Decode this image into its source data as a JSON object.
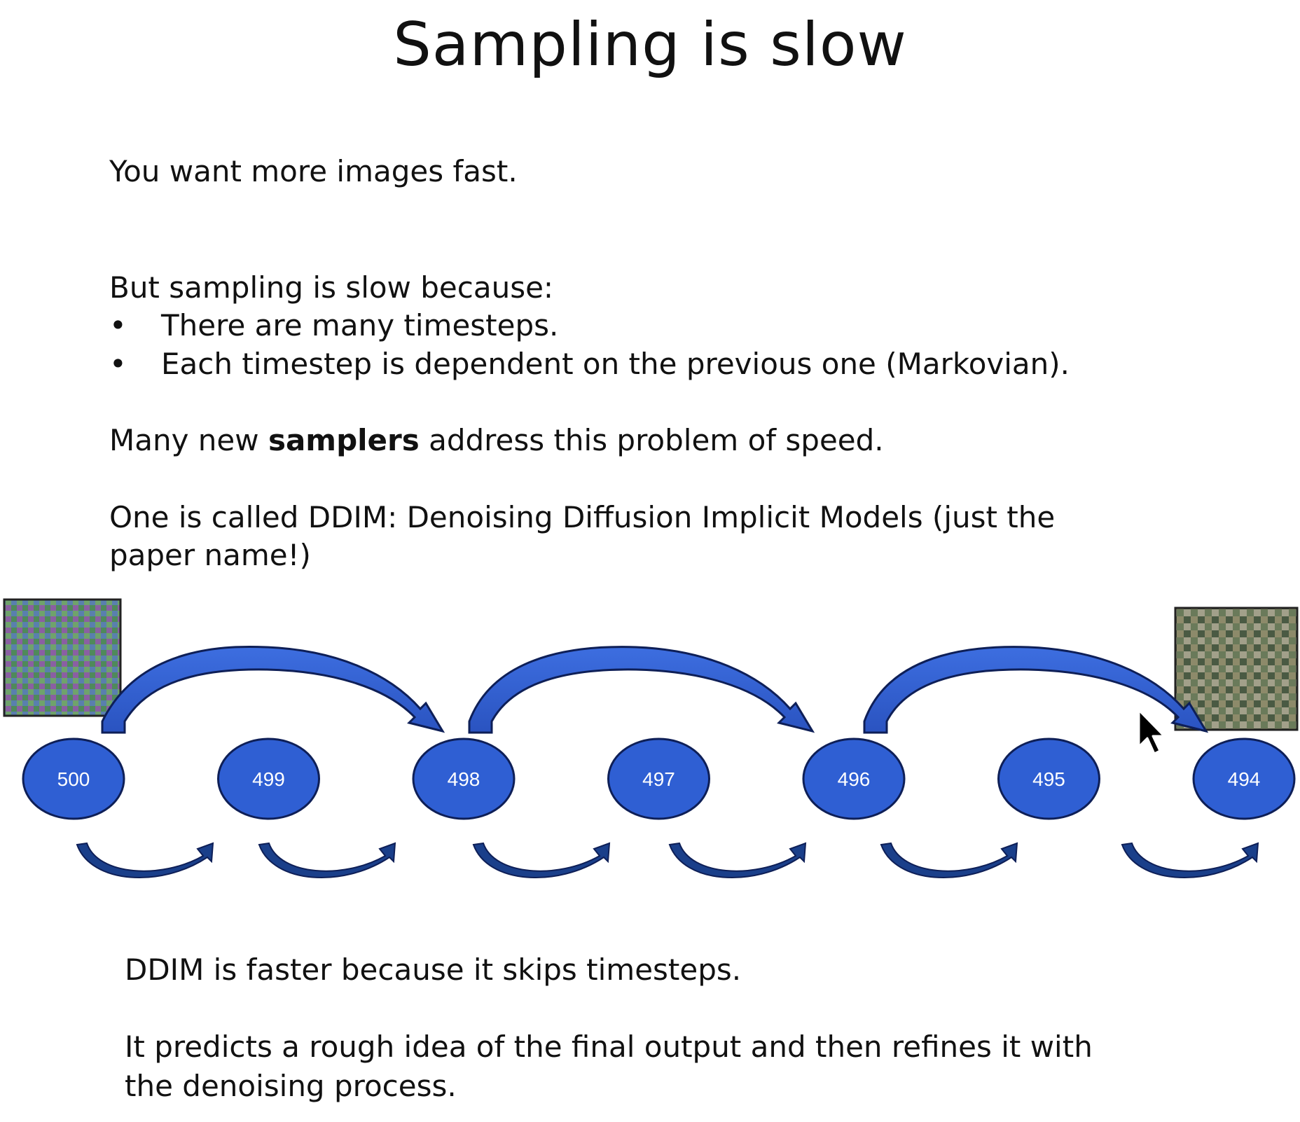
{
  "slide": {
    "title": "Sampling is slow",
    "line1": "You want more images fast.",
    "line2": "But sampling is slow because:",
    "bullets": [
      "There are many timesteps.",
      "Each timestep is dependent on the previous one (Markovian)."
    ],
    "samplers": {
      "before": "Many new ",
      "bold": "samplers",
      "after": " address this problem of speed."
    },
    "ddim_intro": [
      "One is called DDIM: Denoising Diffusion Implicit Models (just the",
      "paper name!)"
    ],
    "footer1": "DDIM is faster because it skips timesteps.",
    "footer2": [
      "It predicts a rough idea of the final output and then refines it with",
      "the denoising process."
    ]
  },
  "diagram": {
    "timesteps": [
      "500",
      "499",
      "498",
      "497",
      "496",
      "495",
      "494"
    ],
    "node_color": "#2f5fd3",
    "arrow_color": "#2f5fd3",
    "small_arrow_color": "#1a3f8a"
  }
}
